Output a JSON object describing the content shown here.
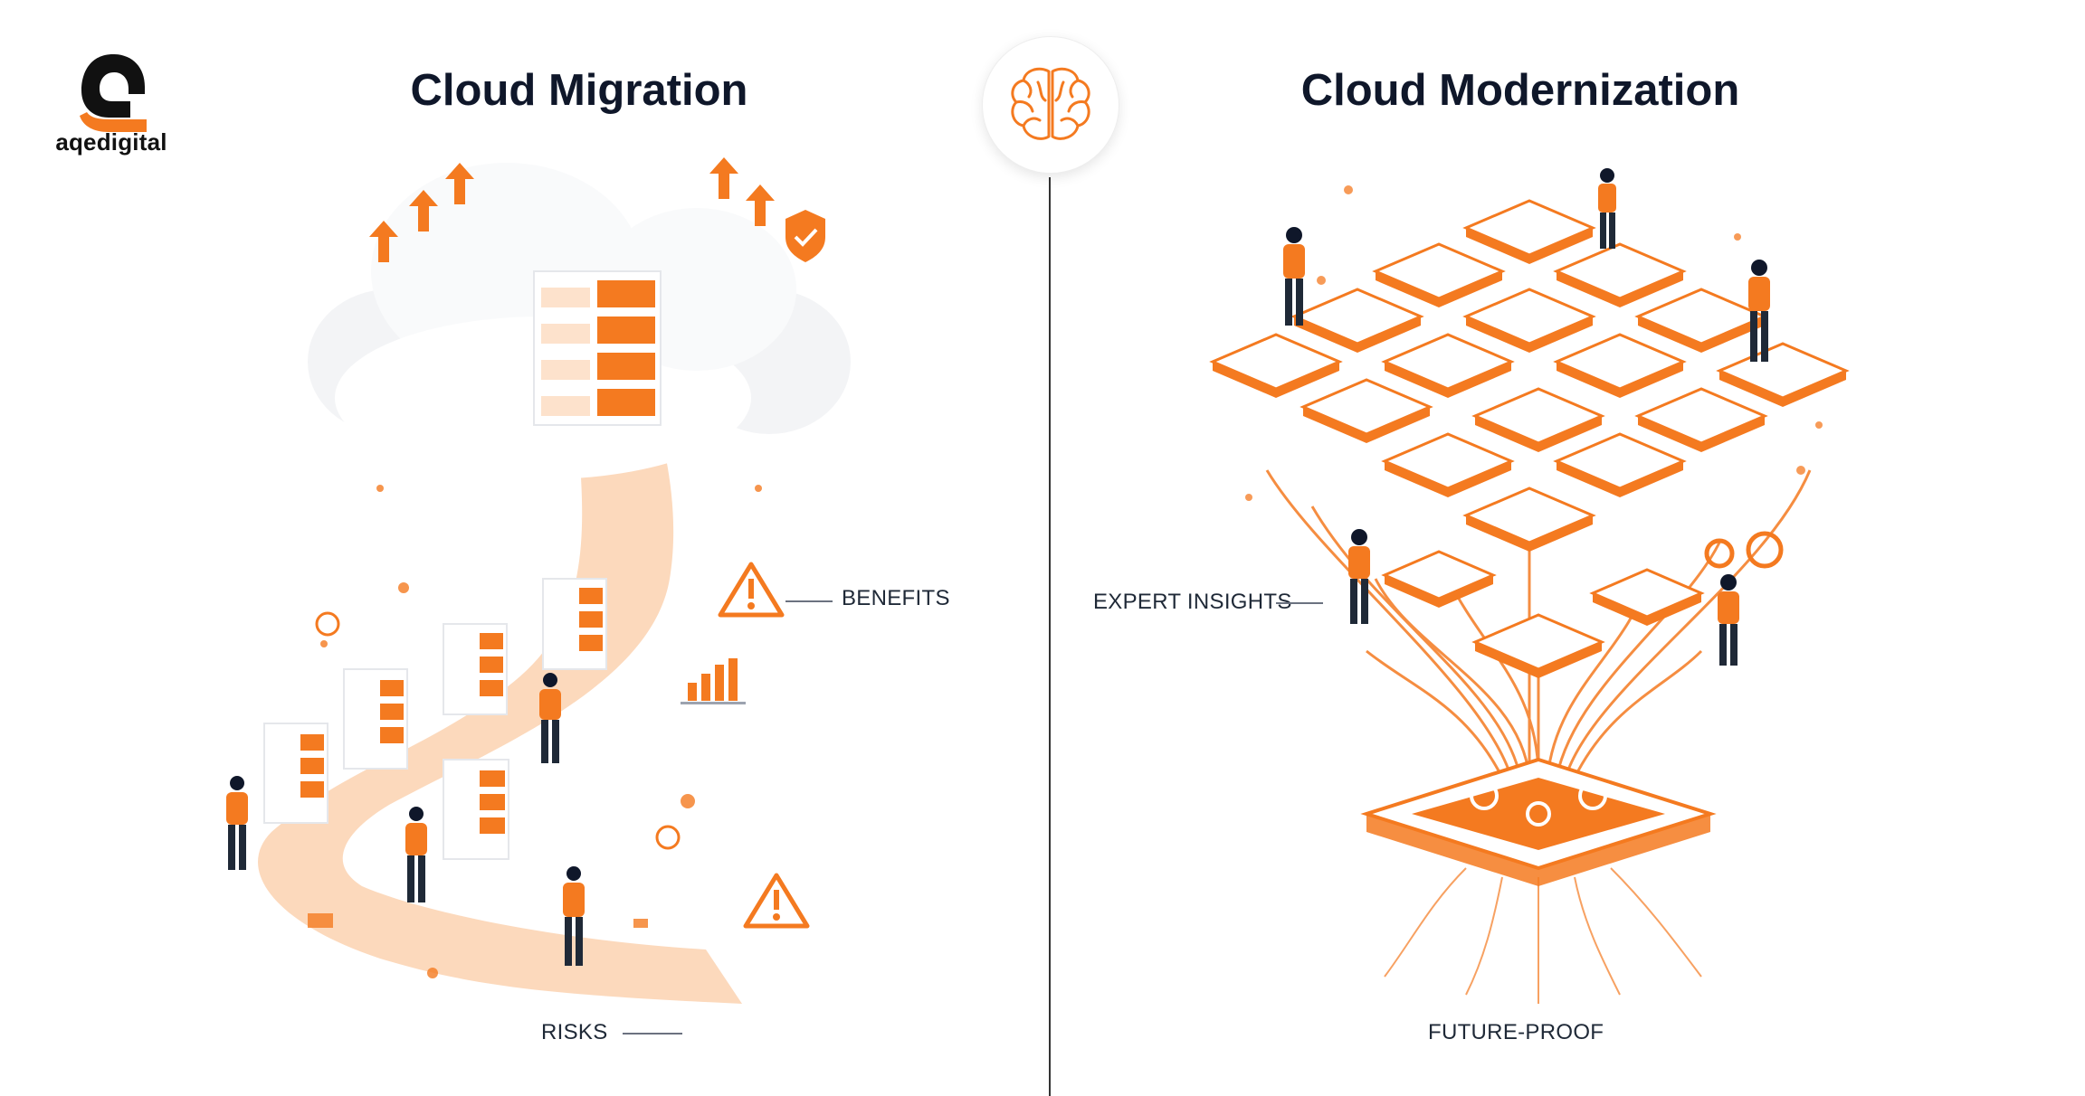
{
  "brand": {
    "name": "aqedigital",
    "accent": "#f47a20"
  },
  "header": {
    "left_title": "Cloud Migration",
    "right_title": "Cloud Modernization",
    "center_icon": "brain-icon"
  },
  "migration": {
    "callouts": {
      "benefits": "BENEFITS",
      "risks": "RISKS"
    }
  },
  "modernization": {
    "callouts": {
      "expert_insights": "EXPERT INSIGHTS",
      "future_proof": "FUTURE-PROOF"
    }
  },
  "colors": {
    "orange": "#f47a20",
    "dark": "#0f172a",
    "light_orange": "#fbd2b0"
  }
}
